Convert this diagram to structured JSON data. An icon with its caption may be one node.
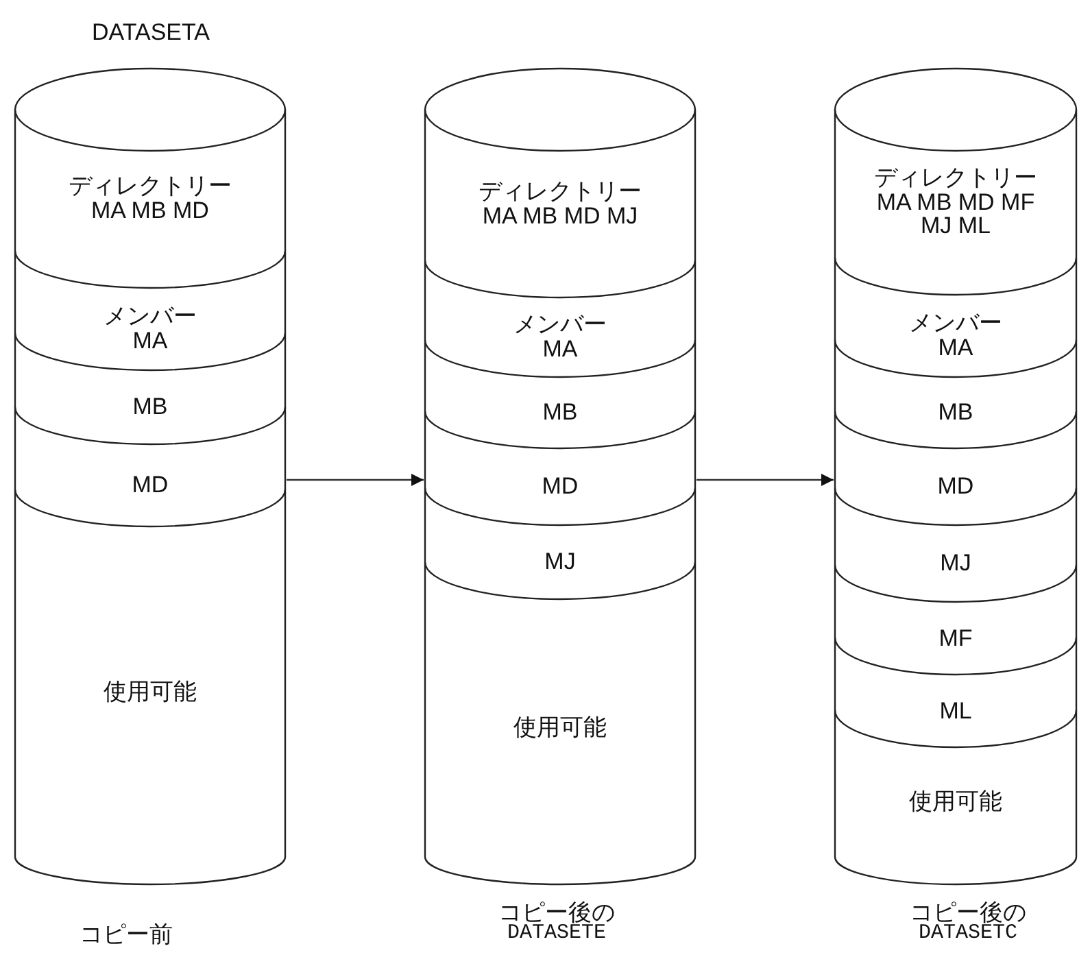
{
  "diagram": {
    "nodes": [
      {
        "text": [],
        "shape": "cylinder",
        "beside": [
          "DATASETA"
        ]
      },
      {
        "text": [
          "ディレクトリー",
          "MA MB MD"
        ],
        "in": 0
      },
      {
        "text": [
          "メンバー",
          "MA"
        ],
        "in": 0
      },
      {
        "text": [
          "MB"
        ],
        "in": 0
      },
      {
        "text": [
          "MD"
        ],
        "in": 0
      },
      {
        "text": [
          "使用可能"
        ],
        "in": 0
      },
      {
        "text": [],
        "shape": "cylinder"
      },
      {
        "text": [
          "ディレクトリー",
          "MA MB MD MJ"
        ],
        "in": 6
      },
      {
        "text": [
          "メンバー",
          "MA"
        ],
        "in": 6
      },
      {
        "text": [
          "MB"
        ],
        "in": 6
      },
      {
        "text": [
          "MD"
        ],
        "in": 6
      },
      {
        "text": [
          "MJ"
        ],
        "in": 6
      },
      {
        "text": [
          "使用可能"
        ],
        "in": 6
      },
      {
        "text": [],
        "shape": "cylinder"
      },
      {
        "text": [
          "ディレクトリー",
          "MA MB MD MF MJ ML"
        ],
        "in": 13
      },
      {
        "text": [
          "メンバー",
          "MA"
        ],
        "in": 13
      },
      {
        "text": [
          "MB"
        ],
        "in": 13
      },
      {
        "text": [
          "MD"
        ],
        "in": 13
      },
      {
        "text": [
          "MJ"
        ],
        "in": 13
      },
      {
        "text": [
          "MF"
        ],
        "in": 13
      },
      {
        "text": [
          "ML"
        ],
        "in": 13
      },
      {
        "text": [
          "使用可能"
        ],
        "in": 13
      }
    ],
    "edges": [
      {
        "from": 0,
        "to": 6,
        "arrow": "to"
      },
      {
        "from": 6,
        "to": 13,
        "arrow": "to"
      }
    ],
    "labels": [
      "コピー前",
      "コピー後の",
      "DATASETE",
      "コピー後の",
      "DATASETC"
    ]
  }
}
